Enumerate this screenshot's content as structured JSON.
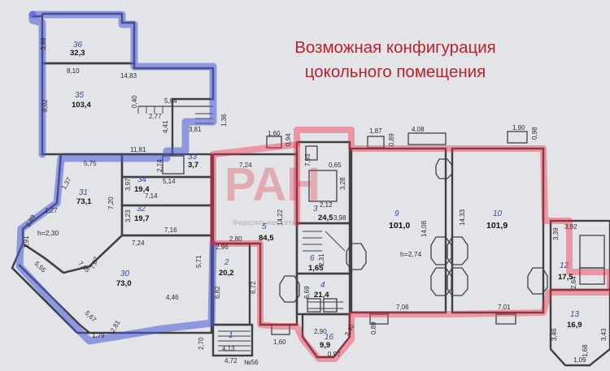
{
  "title": {
    "line1": "Возможная конфигурация",
    "line2": "цокольного помещения"
  },
  "colors": {
    "blue_highlight": "#4a58d6",
    "red_highlight": "#f22a45",
    "title_color": "#b7232e",
    "room_number_color": "#3b47a8"
  },
  "watermark": {
    "logo": "PAH",
    "caption": "Федеральная сеть"
  },
  "rooms": {
    "r36": {
      "number": "36",
      "area": "32,3"
    },
    "r35": {
      "number": "35",
      "area": "103,4"
    },
    "r33": {
      "number": "33",
      "area": "3,7"
    },
    "r34": {
      "number": "34",
      "area": "19,4"
    },
    "r31": {
      "number": "31",
      "area": "73,1"
    },
    "r32": {
      "number": "32",
      "area": "19,7"
    },
    "r30": {
      "number": "30",
      "area": "73,0"
    },
    "r2": {
      "number": "2",
      "area": "20,2"
    },
    "r1": {
      "number": "1"
    },
    "r5": {
      "number": "5",
      "area": "84,5"
    },
    "r3": {
      "number": "3",
      "area": "24,5"
    },
    "r4": {
      "number": "4",
      "area": "21,4"
    },
    "r6": {
      "number": "6",
      "area": "1,65"
    },
    "r16": {
      "number": "16",
      "area": "9,9"
    },
    "r9": {
      "number": "9",
      "area": "101,0"
    },
    "r10": {
      "number": "10",
      "area": "101,9"
    },
    "r12": {
      "number": "12",
      "area": "17,5"
    },
    "r13": {
      "number": "13",
      "area": "16,9"
    }
  },
  "heights": {
    "h1": "h=2,30",
    "h2": "h=2,74"
  },
  "dimensions": {
    "d3_99": "3,99",
    "d8_10": "8,10",
    "d14_83": "14,83",
    "d8_02": "8,02",
    "d0_40": "0,40",
    "d5_84": "5,84",
    "d2_77": "2,77",
    "d4_41": "4,41",
    "d3_81": "3,81",
    "d1_36": "1,36",
    "d11_81": "11,81",
    "d5_75": "5,75",
    "d1_37": "1,37",
    "d1_27": "1,27",
    "d3_97": "3,97",
    "d2_74": "2,74",
    "d5_14": "5,14",
    "d7_14": "7,14",
    "d3_23": "3,23",
    "d7_16": "7,16",
    "d7_20": "7,20",
    "d2_89": "2,89",
    "d1_91": "1,91",
    "d7_24": "7,24",
    "d5_55": "5,55",
    "d7_05": "7,05",
    "d7_07": "7,07",
    "d5_71": "5,71",
    "d5_67": "5,67",
    "d4_46": "4,46",
    "d1_79": "1,79",
    "d2_81": "2,81",
    "d2_96": "2,96",
    "d2_80": "2,80",
    "d6_82": "6,82",
    "d6_72": "6,72",
    "d2_70": "2,70",
    "d4_13": "4,13",
    "d4_72": "4,72",
    "d1_60a": "1,60",
    "d0_94": "0,94",
    "d7_24b": "7,24",
    "d14_22": "14,22",
    "d7_93": "7,93",
    "d2_12": "2,12",
    "d3_28": "3,28",
    "d3_98": "3,98",
    "d0_65": "0,65",
    "d2_90": "2,90",
    "d6_69": "6,69",
    "d2_31": "2,31",
    "d1_60b": "1,60",
    "d0_97": "0,97",
    "d3_40": "3,40",
    "d1_87": "1,87",
    "d0_89a": "0,89",
    "d4_08": "4,08",
    "d14_08": "14,08",
    "d7_06": "7,06",
    "d0_89b": "0,89",
    "d1_90": "1,90",
    "d0_98": "0,98",
    "d14_33": "14,33",
    "d7_01": "7,01",
    "d3_92": "3,92",
    "d2_64": "2,64",
    "d3_46": "3,46",
    "d3_43": "3,43",
    "d1_09": "1,09",
    "d1_68": "1,68",
    "d3_39": "3,39"
  },
  "stamp_text": "№56"
}
